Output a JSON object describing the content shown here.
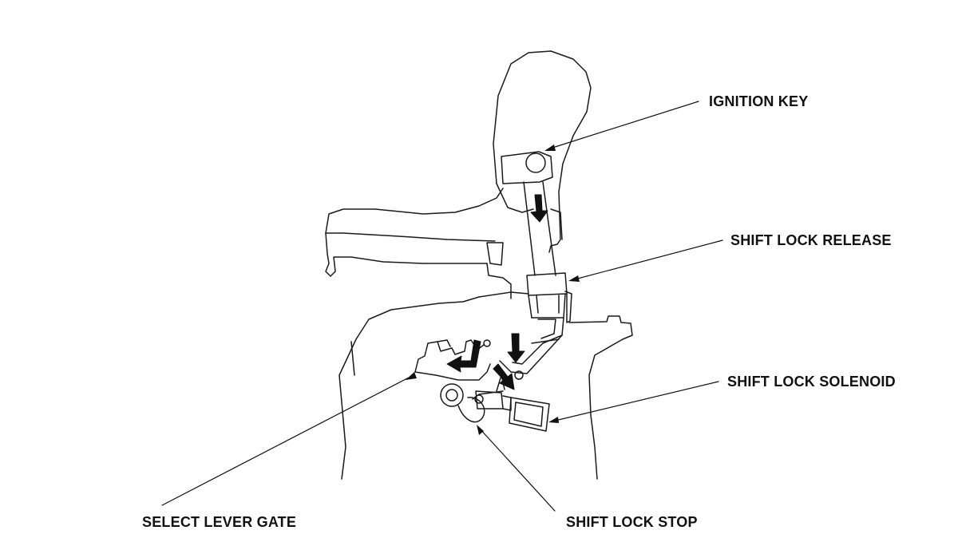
{
  "labels": {
    "ignition_key": "IGNITION KEY",
    "shift_lock_release": "SHIFT LOCK RELEASE",
    "shift_lock_solenoid": "SHIFT LOCK SOLENOID",
    "select_lever_gate": "SELECT LEVER GATE",
    "shift_lock_stop": "SHIFT LOCK STOP"
  },
  "colors": {
    "line": "#1a1a1a",
    "arrow": "#111111",
    "background": "#ffffff"
  }
}
